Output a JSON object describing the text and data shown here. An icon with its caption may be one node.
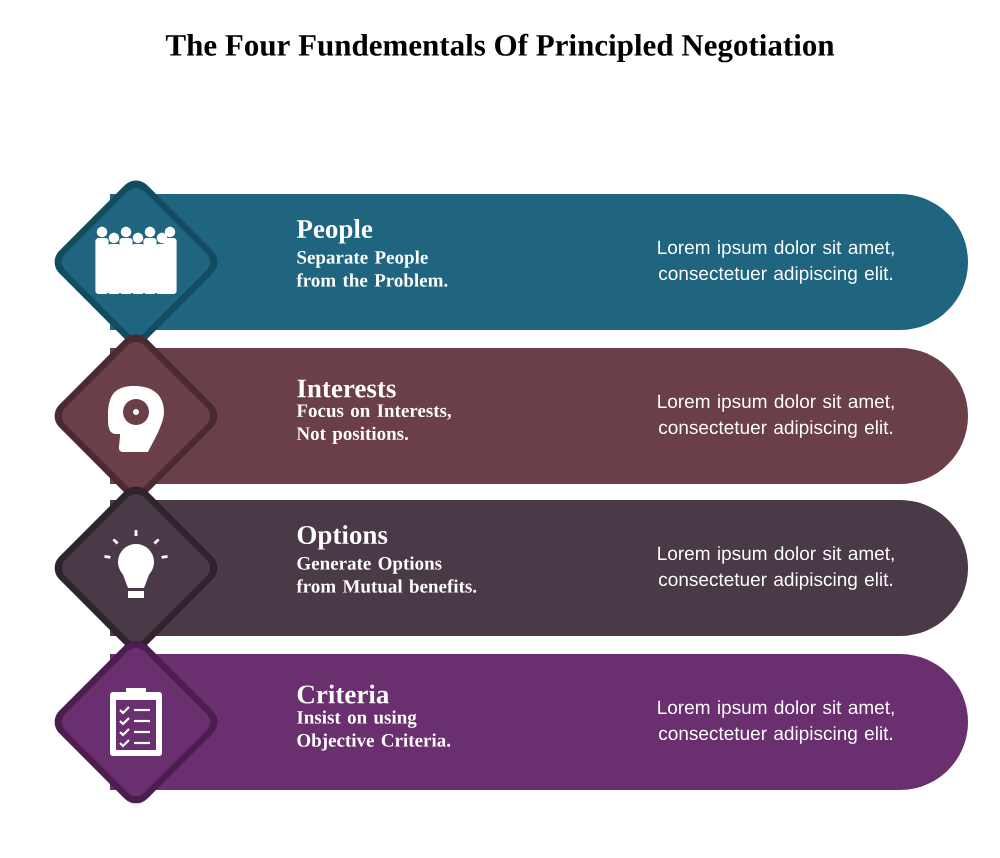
{
  "diagram": {
    "title": "The Four Fundementals Of Principled Negotiation",
    "nodes": [
      {
        "text": [
          "People",
          "Separate People from the Problem.",
          "Lorem ipsum dolor sit amet, consectetuer adipiscing elit."
        ]
      },
      {
        "text": [
          "Interests",
          "Focus on Interests, Not positions.",
          "Lorem ipsum dolor sit amet, consectetuer adipiscing elit."
        ]
      },
      {
        "text": [
          "Options",
          "Generate Options from Mutual benefits.",
          "Lorem ipsum dolor sit amet, consectetuer adipiscing elit."
        ]
      },
      {
        "text": [
          "Criteria",
          "Insist on using Objective Criteria.",
          "Lorem ipsum dolor sit amet, consectetuer adipiscing elit."
        ]
      }
    ]
  }
}
